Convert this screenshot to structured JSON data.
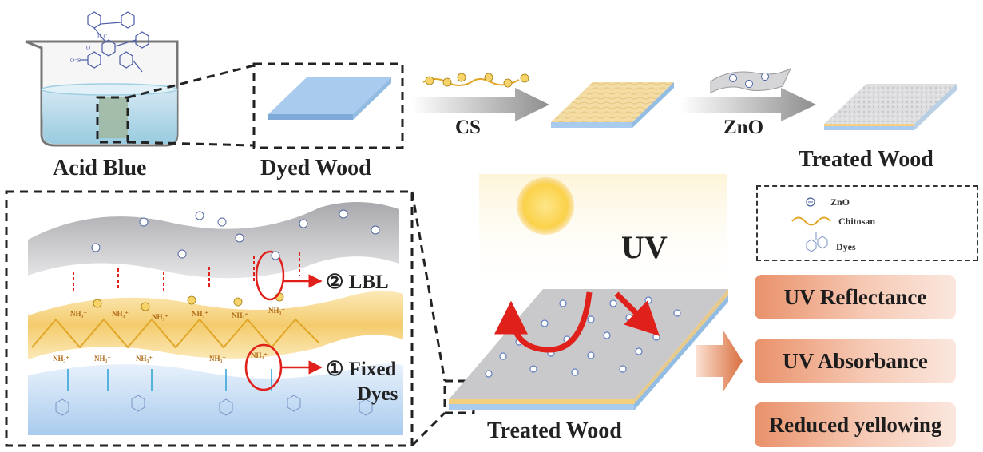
{
  "labels": {
    "acid_blue": "Acid Blue",
    "dyed_wood": "Dyed Wood",
    "cs": "CS",
    "zno_arrow": "ZnO",
    "treated_wood_top": "Treated Wood",
    "treated_wood_bottom": "Treated Wood",
    "uv": "UV",
    "lbl": "② LBL",
    "fixed_dyes_line1": "① Fixed",
    "fixed_dyes_line2": "Dyes",
    "nh3": "NH₃⁺"
  },
  "legend": {
    "zno": "ZnO",
    "chitosan": "Chitosan",
    "dyes": "Dyes"
  },
  "properties": [
    "UV Reflectance",
    "UV Absorbance",
    "Reduced yellowing"
  ],
  "colors": {
    "dye_blue": "#a9cbee",
    "chitosan_yellow": "#f3cf7e",
    "zno_gray": "#c9c9cc",
    "arrow_red": "#e0201b",
    "property_orange": "#e9916a",
    "sun_yellow": "#fbd54e"
  }
}
